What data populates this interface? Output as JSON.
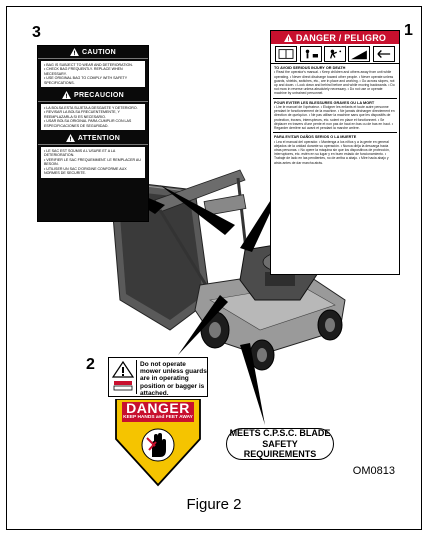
{
  "figure": {
    "caption": "Figure 2",
    "code": "OM0813",
    "callout_1": "1",
    "callout_2": "2",
    "callout_3": "3"
  },
  "caution_decal": {
    "sections": [
      {
        "heading": "CAUTION",
        "lines": [
          "• BAG IS SUBJECT TO WEAR AND DETERIORATION.",
          "• CHECK BAG FREQUENTLY. REPLACE WHEN NECESSARY.",
          "• USE ORIGINAL BAG TO COMPLY WITH SAFETY SPECIFICATIONS."
        ]
      },
      {
        "heading": "PRECAUCION",
        "lines": [
          "• LA BOLSA ESTA SUJETA A DESGASTE Y DETERIORO.",
          "• REVISAR LA BOLSA FRECUENTEMENTE, Y REEMPLAZARLA SI ES NECESARIO.",
          "• USAR BOLSA ORIGINAL PARA CUMPLIR CON LAS ESPECIFICACIONES DE SEGURIDAD."
        ]
      },
      {
        "heading": "ATTENTION",
        "lines": [
          "• LE SAC EST SOUMIS A L'USURE ET A LA DETERIORATION.",
          "• VERIFIER LE SAC FREQUEMMENT. LE REMPLACER AU BESOIN.",
          "• UTILISER UN SAC D'ORIGINE CONFORME AUX NORMES DE SECURITE."
        ]
      }
    ]
  },
  "danger_decal": {
    "header": "DANGER / PELIGRO",
    "sections": [
      {
        "title": "TO AVOID SERIOUS INJURY OR DEATH",
        "text": "• Read the operator's manual. • Keep children and others away from unit while operating. • Never direct discharge toward other people. • Never operate unless guards, shields, switches, etc., are in place and working. • Go across slopes, not up and down. • Look down and behind before and while moving backwards. • Do not mow in reverse unless absolutely necessary. • Do not use or operate machine by untrained personnel."
      },
      {
        "title": "POUR EVITER LES BLESSURES GRAVES OU LA MORT",
        "text": "• Lire le manuel de l'opérateur. • Eloigner les enfants et toute autre personne pendant le fonctionnement de la machine. • Ne jamais décharger directement en direction de quelqu'un. • Ne pas utiliser la machine sans que les dispositifs de protection, écrans, interrupteurs, etc. soient en place et fonctionnent. • Se déplacer en travers d'une pente et non pas de haut en bas ou de bas en haut. • Regarder derrière soi avant et pendant la marche arrière."
      },
      {
        "title": "PARA EVITAR DAÑOS SERIOS O LA MUERTE",
        "text": "• Lea el manual del operador. • Mantenga a los niños y a la gente en general alejados de la unidad durante su operación. • Nunca dirija la descarga hacia otras personas. • No opere la máquina sin que los dispositivos de protección, interruptores, etc. estén en su lugar y en buen estado de funcionamiento. • Trabaje de lado en las pendientes, no de arriba a abajo. • Mire hacia abajo y atrás antes de dar marcha atrás."
      }
    ]
  },
  "guard_decal": {
    "message": "Do not operate mower unless guards are in operating position or bagger is attached.",
    "danger_title": "DANGER",
    "danger_sub": "KEEP HANDS and FEET AWAY"
  },
  "cpsc_label": {
    "line1": "MEETS C.P.S.C. BLADE",
    "line2": "SAFETY REQUIREMENTS"
  },
  "colors": {
    "danger_red": "#c8102e",
    "warning_yellow": "#f5c400",
    "decal_black": "#0a0a0a"
  },
  "icons": [
    "warning-triangle-icon",
    "hand-hazard-icon",
    "mower-illustration"
  ]
}
